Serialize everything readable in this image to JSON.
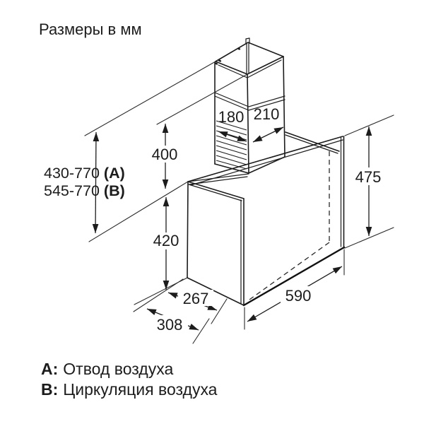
{
  "title": "Размеры в мм",
  "dimensions": {
    "duct_width": "180",
    "duct_depth": "210",
    "chimney_height": "400",
    "height_range_a_value": "430-770",
    "height_range_a_key": "(A)",
    "height_range_b_value": "545-770",
    "height_range_b_key": "(B)",
    "front_panel_height": "475",
    "body_height": "420",
    "body_depth": "267",
    "total_depth": "308",
    "body_width": "590"
  },
  "legend": {
    "a_key": "A:",
    "a_label": "Отвод воздуха",
    "b_key": "B:",
    "b_label": "Циркуляция воздуха"
  },
  "colors": {
    "line": "#1c1c1c",
    "background": "#ffffff"
  }
}
